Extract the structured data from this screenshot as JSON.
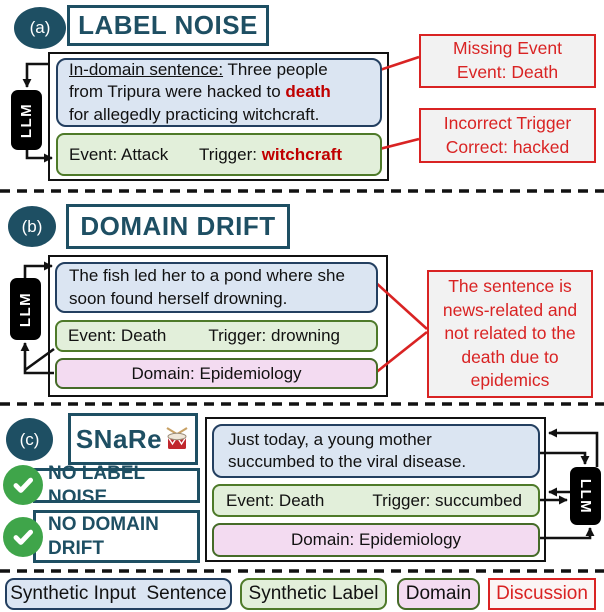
{
  "panel_a": {
    "tag": "(a)",
    "title": "LABEL NOISE",
    "llm": "LLM",
    "sentence": {
      "l1_prefix": "In-domain sentence:",
      "l1_rest": " Three people",
      "l2": "from Tripura were hacked to ",
      "l2_highlight": "death",
      "l3": "for allegedly practicing witchcraft."
    },
    "event": "Event: Attack",
    "trigger_prefix": "Trigger: ",
    "trigger_highlight": "witchcraft",
    "note1": {
      "line1": "Missing Event",
      "line2": "Event: Death"
    },
    "note2": {
      "line1": "Incorrect Trigger",
      "line2": "Correct: hacked"
    }
  },
  "panel_b": {
    "tag": "(b)",
    "title": "DOMAIN DRIFT",
    "llm": "LLM",
    "sentence_line1": "The fish led her to a pond where she",
    "sentence_line2": "soon found herself drowning.",
    "event": "Event: Death",
    "trigger": "Trigger: drowning",
    "domain": "Domain: Epidemiology",
    "note": "The sentence is news-related and not related to the death due to epidemics"
  },
  "panel_c": {
    "tag": "(c)",
    "title": "SNaRe",
    "llm": "LLM",
    "badge_no_label_noise": "NO LABEL NOISE",
    "badge_no_domain_drift": "NO DOMAIN DRIFT",
    "sentence_line1": "Just today, a young mother",
    "sentence_line2": "succumbed to the viral disease.",
    "event": "Event: Death",
    "trigger": "Trigger: succumbed",
    "domain": "Domain: Epidemiology"
  },
  "legend": {
    "synthetic_input_sentence": "Synthetic Input  Sentence",
    "synthetic_label": "Synthetic Label",
    "domain": "Domain",
    "discussion": "Discussion"
  },
  "icons": {
    "drum": "drum-icon",
    "check": "check-icon"
  },
  "colors": {
    "teal": "#1e4f63",
    "navy_border": "#233f60",
    "blue_fill": "#dbe5f2",
    "green_border": "#4e7a29",
    "green_fill": "#e2efda",
    "pink_fill": "#f3dbf1",
    "pink_border": "#456b28",
    "red": "#d92323",
    "highlight_red": "#c00000",
    "check_green": "#3fa54a",
    "note_fill": "#f2f2f2",
    "black": "#111111"
  }
}
